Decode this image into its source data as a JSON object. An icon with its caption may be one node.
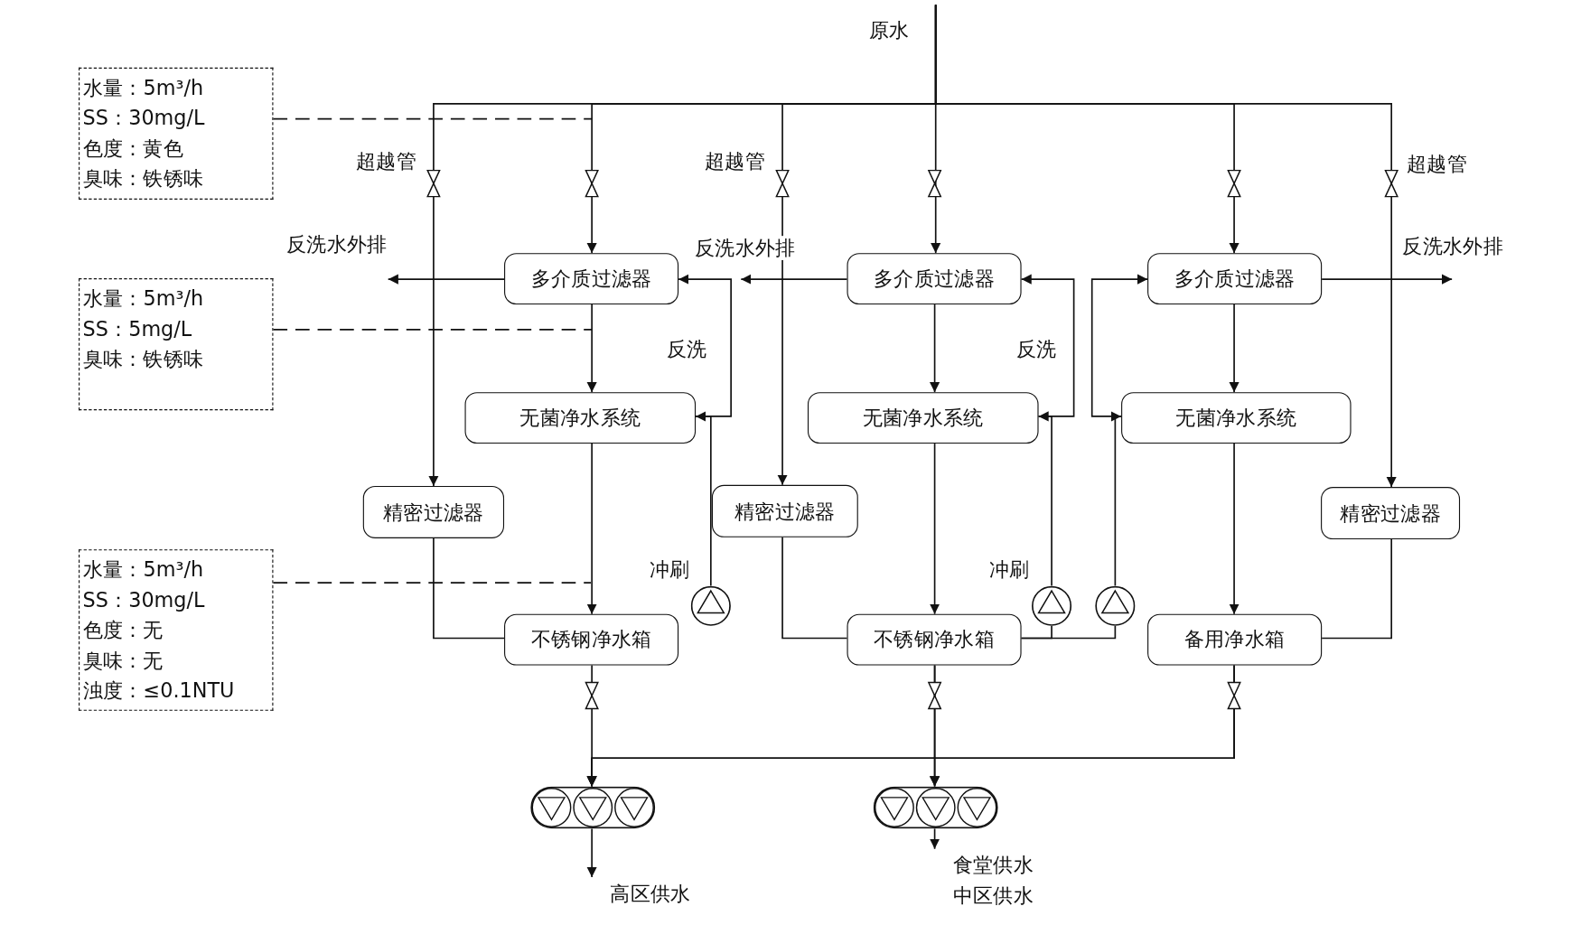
{
  "diagram": {
    "nodes": [
      {
        "text": [
          "原水"
        ]
      },
      {
        "text": [
          "水量：5m³/h",
          "SS：30mg/L",
          "色度：黄色",
          "臭味：铁锈味"
        ]
      },
      {
        "text": [
          "多介质过滤器"
        ]
      },
      {
        "text": [
          "多介质过滤器"
        ]
      },
      {
        "text": [
          "多介质过滤器"
        ]
      },
      {
        "text": [
          "水量：5m³/h",
          "SS：5mg/L",
          "臭味：铁锈味"
        ]
      },
      {
        "text": [
          "无菌净水系统"
        ]
      },
      {
        "text": [
          "无菌净水系统"
        ]
      },
      {
        "text": [
          "无菌净水系统"
        ]
      },
      {
        "text": [
          "精密过滤器"
        ]
      },
      {
        "text": [
          "精密过滤器"
        ]
      },
      {
        "text": [
          "精密过滤器"
        ]
      },
      {
        "text": [
          "水量：5m³/h",
          "SS：30mg/L",
          "色度：无",
          "臭味：无",
          "浊度：≤0.1NTU"
        ]
      },
      {
        "text": [],
        "shape": "circle",
        "beside": [
          "冲刷"
        ]
      },
      {
        "text": [],
        "shape": "circle",
        "beside": [
          "冲刷"
        ]
      },
      {
        "text": [],
        "shape": "circle"
      },
      {
        "text": [
          "不锈钢净水箱"
        ]
      },
      {
        "text": [
          "不锈钢净水箱"
        ]
      },
      {
        "text": [
          "备用净水箱"
        ]
      },
      {
        "text": [],
        "shape": "pump"
      },
      {
        "text": [],
        "shape": "pump"
      },
      {
        "text": [
          "高区供水"
        ]
      },
      {
        "text": [
          "食堂供水",
          "中区供水"
        ]
      }
    ],
    "edges": [
      {
        "from": 0,
        "to": 2,
        "arrow": "to"
      },
      {
        "from": 0,
        "to": 3,
        "arrow": "to"
      },
      {
        "from": 0,
        "to": 4,
        "arrow": "to"
      },
      {
        "from": 0,
        "to": 9,
        "arrow": "to",
        "label": "超越管"
      },
      {
        "from": 0,
        "to": 10,
        "arrow": "to",
        "label": "超越管"
      },
      {
        "from": 0,
        "to": 11,
        "arrow": "to",
        "label": "超越管"
      },
      {
        "from": 1,
        "to": null,
        "arrow": "none",
        "style": "dashed"
      },
      {
        "from": 5,
        "to": null,
        "arrow": "none",
        "style": "dashed"
      },
      {
        "from": 12,
        "to": null,
        "arrow": "none",
        "style": "dashed"
      },
      {
        "from": 2,
        "to": null,
        "arrow": "to",
        "label": "反洗水外排"
      },
      {
        "from": 3,
        "to": null,
        "arrow": "to",
        "label": "反洗水外排"
      },
      {
        "from": 4,
        "to": null,
        "arrow": "to",
        "label": "反洗水外排"
      },
      {
        "from": 2,
        "to": 6,
        "arrow": "to"
      },
      {
        "from": 3,
        "to": 7,
        "arrow": "to"
      },
      {
        "from": 4,
        "to": 8,
        "arrow": "to"
      },
      {
        "from": 6,
        "to": 2,
        "arrow": "to",
        "label": "反洗"
      },
      {
        "from": 7,
        "to": 3,
        "arrow": "to",
        "label": "反洗"
      },
      {
        "from": 8,
        "to": 4,
        "arrow": "to"
      },
      {
        "from": 13,
        "to": 6,
        "arrow": "to"
      },
      {
        "from": 14,
        "to": 7,
        "arrow": "to"
      },
      {
        "from": 15,
        "to": 8,
        "arrow": "to"
      },
      {
        "from": 6,
        "to": 16,
        "arrow": "to"
      },
      {
        "from": 7,
        "to": 17,
        "arrow": "to"
      },
      {
        "from": 8,
        "to": 18,
        "arrow": "to"
      },
      {
        "from": 9,
        "to": 16,
        "arrow": "none"
      },
      {
        "from": 10,
        "to": 17,
        "arrow": "none"
      },
      {
        "from": 11,
        "to": 18,
        "arrow": "none"
      },
      {
        "from": 17,
        "to": 14,
        "arrow": "none"
      },
      {
        "from": 17,
        "to": 15,
        "arrow": "none"
      },
      {
        "from": 16,
        "to": 19,
        "arrow": "to"
      },
      {
        "from": 17,
        "to": 20,
        "arrow": "to"
      },
      {
        "from": 18,
        "to": 20,
        "arrow": "to"
      },
      {
        "from": 17,
        "to": 19,
        "arrow": "to"
      },
      {
        "from": 18,
        "to": 19,
        "arrow": "to"
      },
      {
        "from": 19,
        "to": 21,
        "arrow": "to"
      },
      {
        "from": 20,
        "to": 22,
        "arrow": "to"
      }
    ]
  }
}
